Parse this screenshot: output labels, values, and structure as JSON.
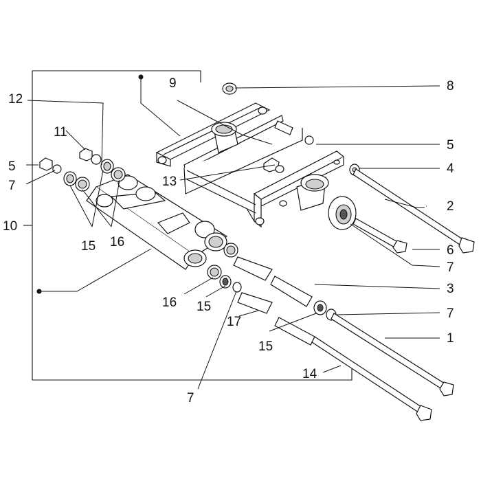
{
  "diagram": {
    "type": "exploded-parts-view",
    "callouts": [
      {
        "id": "c1",
        "text": "1"
      },
      {
        "id": "c2",
        "text": "2"
      },
      {
        "id": "c3",
        "text": "3"
      },
      {
        "id": "c4",
        "text": "4"
      },
      {
        "id": "c5a",
        "text": "5"
      },
      {
        "id": "c5b",
        "text": "5"
      },
      {
        "id": "c6",
        "text": "6"
      },
      {
        "id": "c7a",
        "text": "7"
      },
      {
        "id": "c7b",
        "text": "7"
      },
      {
        "id": "c7c",
        "text": "7"
      },
      {
        "id": "c7d",
        "text": "7"
      },
      {
        "id": "c8",
        "text": "8"
      },
      {
        "id": "c9",
        "text": "9"
      },
      {
        "id": "c10",
        "text": "10"
      },
      {
        "id": "c11",
        "text": "11"
      },
      {
        "id": "c12",
        "text": "12"
      },
      {
        "id": "c13",
        "text": "13"
      },
      {
        "id": "c14",
        "text": "14"
      },
      {
        "id": "c15a",
        "text": "15"
      },
      {
        "id": "c15b",
        "text": "15"
      },
      {
        "id": "c15c",
        "text": "15"
      },
      {
        "id": "c16a",
        "text": "16"
      },
      {
        "id": "c16b",
        "text": "16"
      },
      {
        "id": "c17",
        "text": "17"
      }
    ]
  }
}
